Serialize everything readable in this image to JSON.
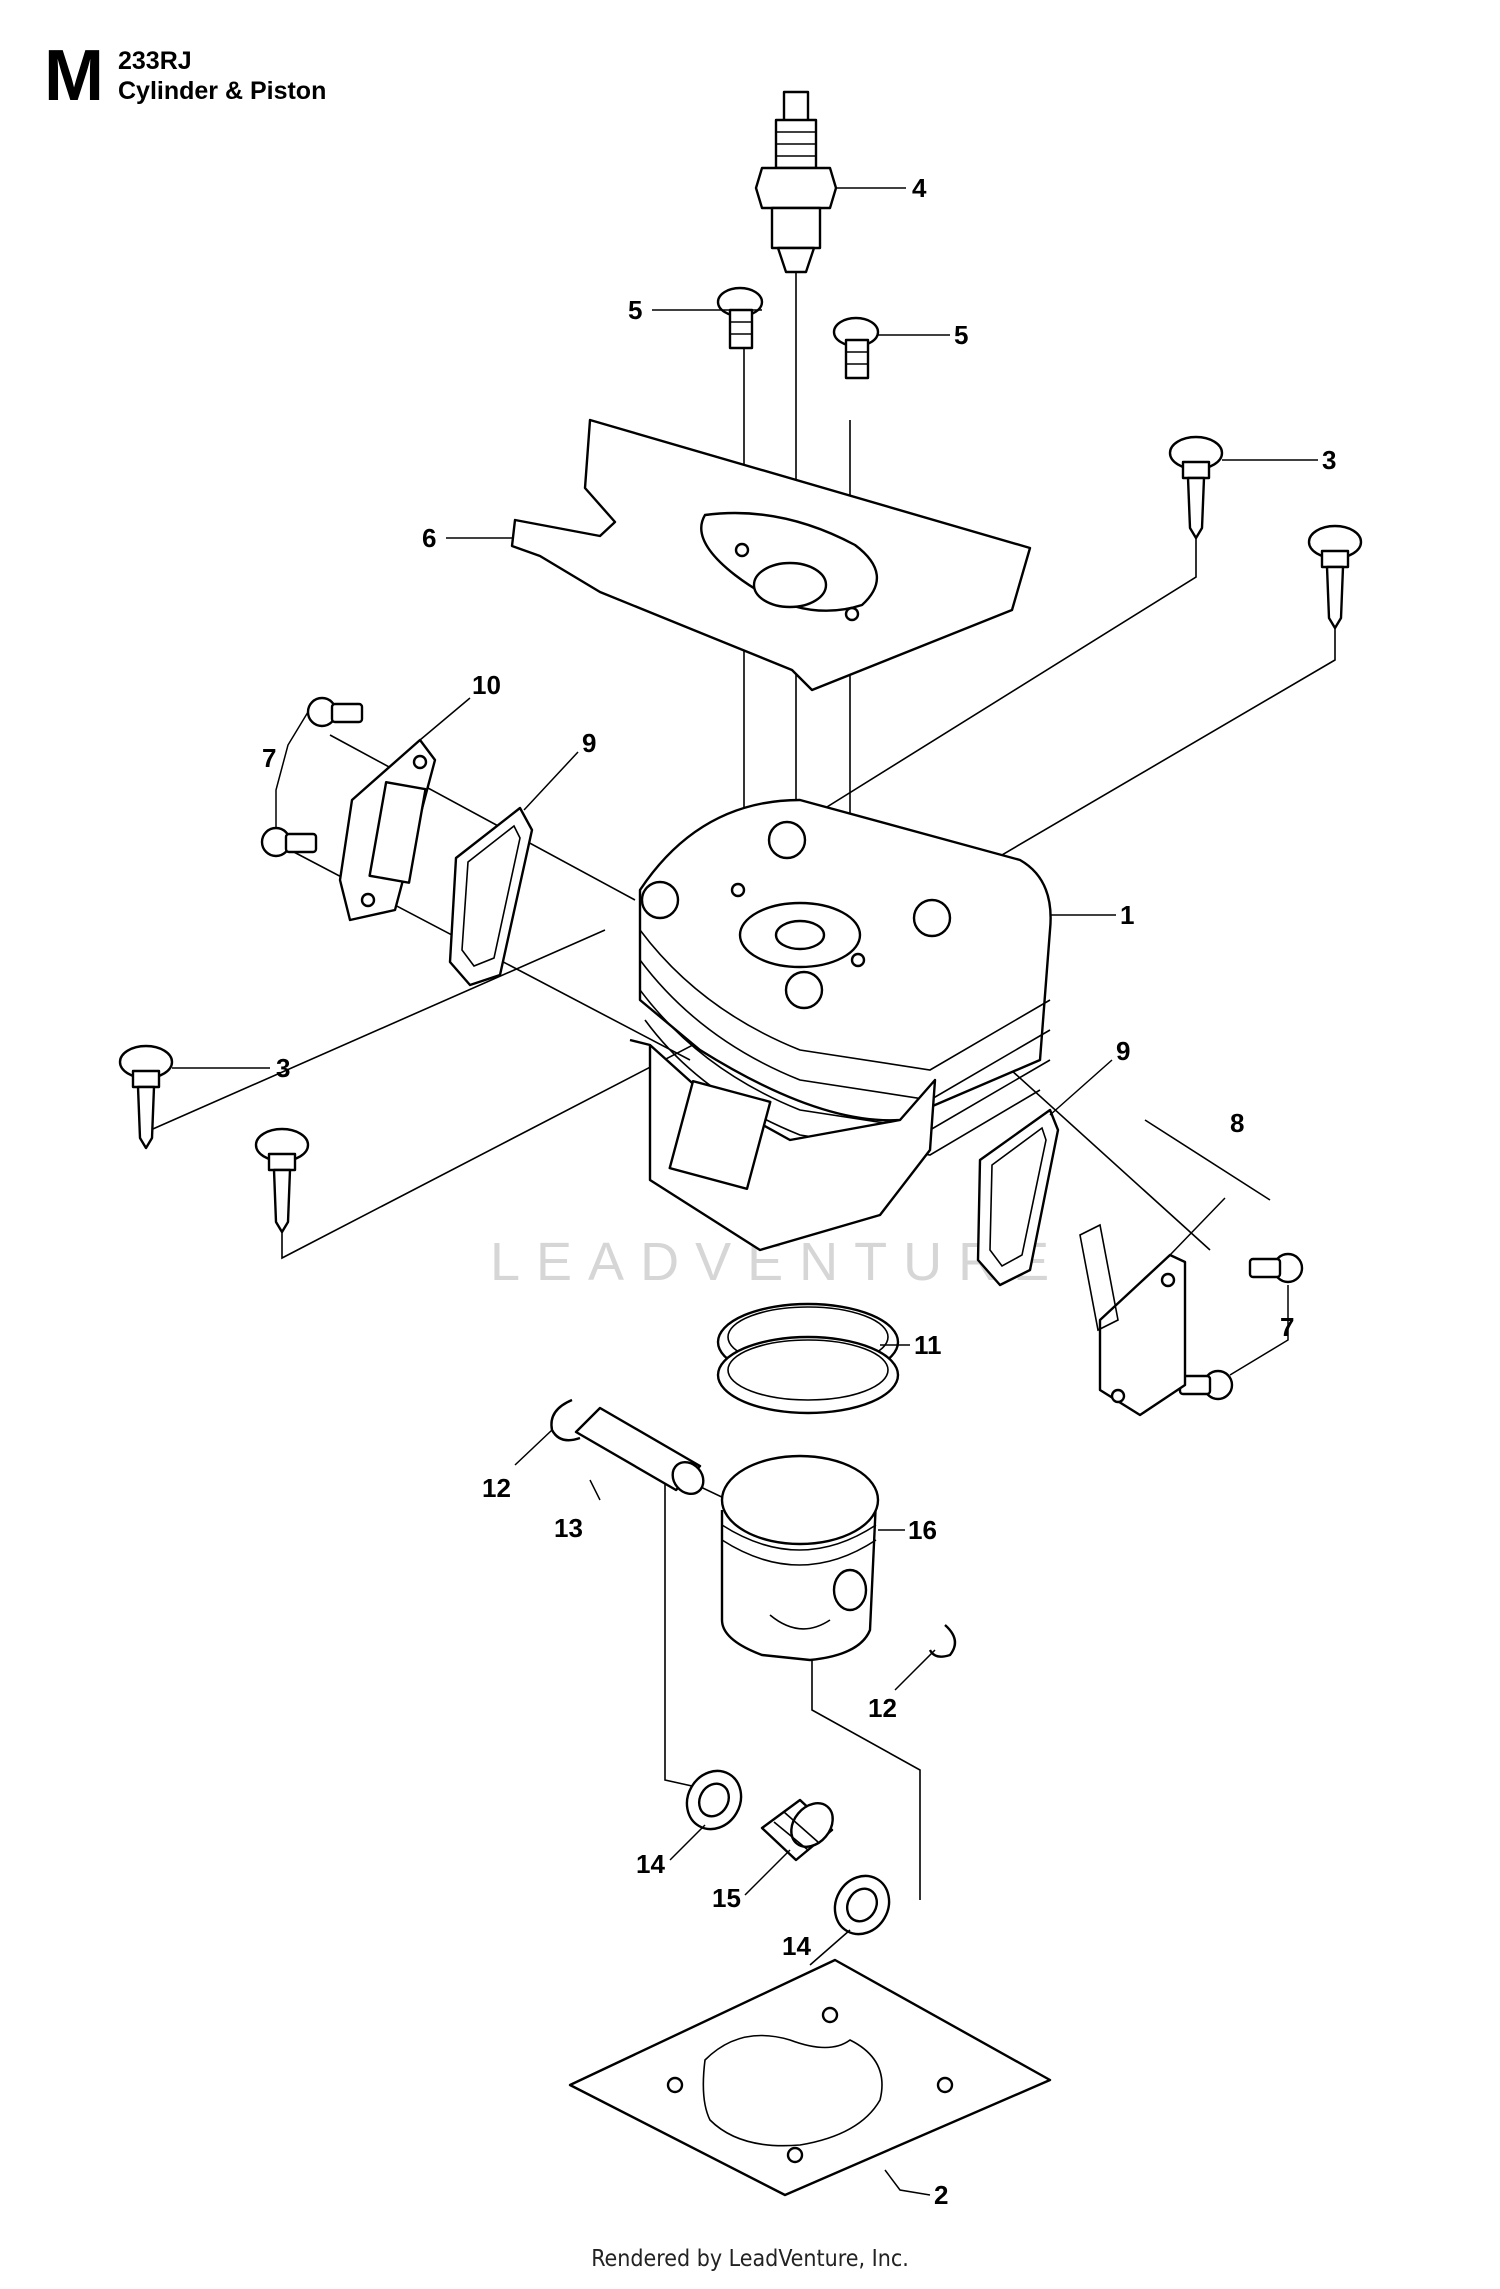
{
  "header": {
    "section_letter": "M",
    "model": "233RJ",
    "title": "Cylinder & Piston"
  },
  "watermark": "LEADVENTURE",
  "footer": "Rendered by LeadVenture, Inc.",
  "callouts": [
    {
      "id": "c4",
      "label": "4"
    },
    {
      "id": "c5a",
      "label": "5"
    },
    {
      "id": "c5b",
      "label": "5"
    },
    {
      "id": "c3a",
      "label": "3"
    },
    {
      "id": "c6",
      "label": "6"
    },
    {
      "id": "c10",
      "label": "10"
    },
    {
      "id": "c7a",
      "label": "7"
    },
    {
      "id": "c9a",
      "label": "9"
    },
    {
      "id": "c1",
      "label": "1"
    },
    {
      "id": "c3b",
      "label": "3"
    },
    {
      "id": "c9b",
      "label": "9"
    },
    {
      "id": "c8",
      "label": "8"
    },
    {
      "id": "c7b",
      "label": "7"
    },
    {
      "id": "c11",
      "label": "11"
    },
    {
      "id": "c12a",
      "label": "12"
    },
    {
      "id": "c13",
      "label": "13"
    },
    {
      "id": "c16",
      "label": "16"
    },
    {
      "id": "c12b",
      "label": "12"
    },
    {
      "id": "c14a",
      "label": "14"
    },
    {
      "id": "c15",
      "label": "15"
    },
    {
      "id": "c14b",
      "label": "14"
    },
    {
      "id": "c2",
      "label": "2"
    }
  ]
}
